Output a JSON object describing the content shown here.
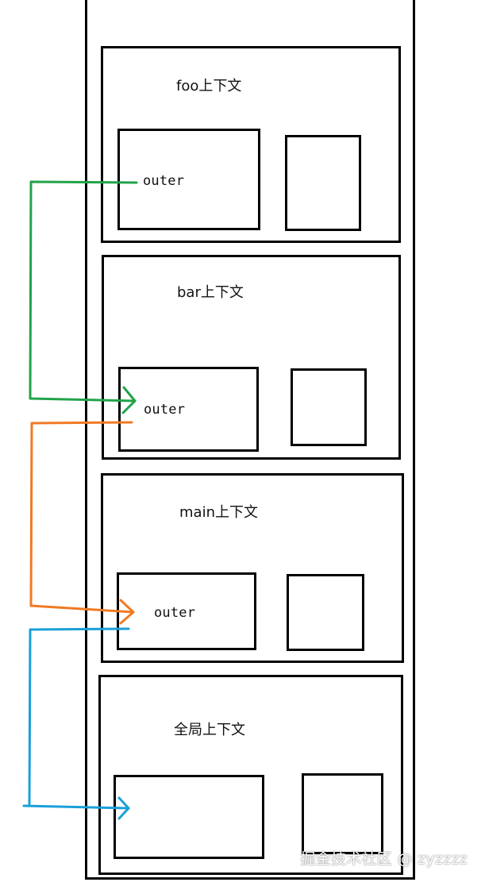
{
  "diagram": {
    "contexts": [
      {
        "title": "foo上下文",
        "variable": "outer"
      },
      {
        "title": "bar上下文",
        "variable": "outer"
      },
      {
        "title": "main上下文",
        "variable": "outer"
      },
      {
        "title": "全局上下文",
        "variable": ""
      }
    ],
    "arrows": [
      {
        "name": "foo-to-bar",
        "color": "#22a34a"
      },
      {
        "name": "bar-to-main",
        "color": "#f07a24"
      },
      {
        "name": "main-to-global",
        "color": "#1a9fd9"
      }
    ]
  },
  "watermark": "掘金技术社区 @ zyzzzz"
}
